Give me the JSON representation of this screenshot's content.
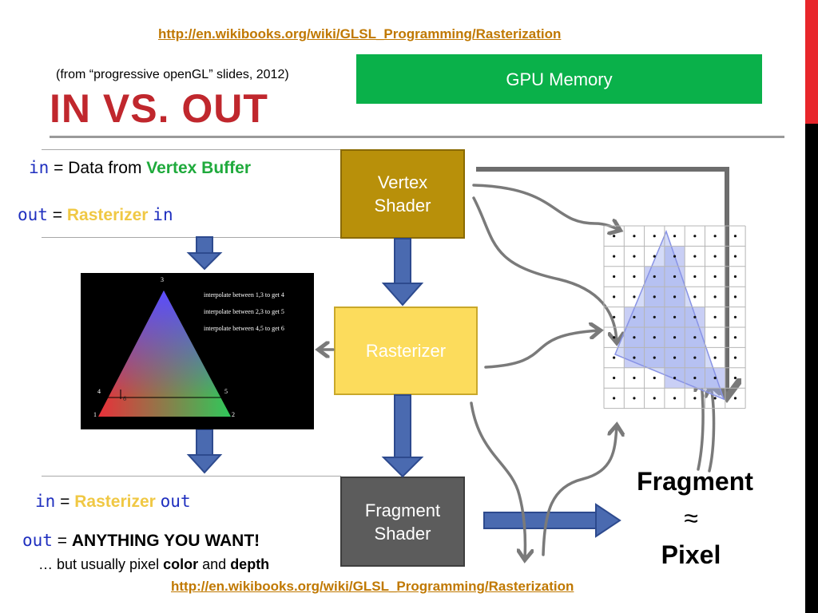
{
  "links": {
    "top": "http://en.wikibooks.org/wiki/GLSL_Programming/Rasterization",
    "bottom": "http://en.wikibooks.org/wiki/GLSL_Programming/Rasterization"
  },
  "source_note": "(from “progressive openGL” slides, 2012)",
  "title": "IN VS. OUT",
  "gpu_memory": "GPU Memory",
  "vertex": {
    "in_kw": "in",
    "in_text": "= Data from",
    "in_source": "Vertex Buffer",
    "out_kw": "out",
    "out_eq": "=",
    "out_target": "Rasterizer",
    "out_suffix": "in"
  },
  "fragment": {
    "in_kw": "in",
    "in_eq": "=",
    "in_source": "Rasterizer",
    "in_suffix": "out",
    "out_kw": "out",
    "out_eq": "=",
    "out_text": "ANYTHING YOU WANT!",
    "note_pre": "… but usually pixel",
    "note_color": "color",
    "note_and": "and",
    "note_depth": "depth"
  },
  "pipeline": {
    "vertex_shader": [
      "Vertex",
      "Shader"
    ],
    "rasterizer": "Rasterizer",
    "fragment_shader": [
      "Fragment",
      "Shader"
    ]
  },
  "triangle_image": {
    "notes": [
      "interpolate between 1,3 to get 4",
      "interpolate between 2,3 to get 5",
      "interpolate between 4,5 to get 6"
    ],
    "vertex_labels": [
      "1",
      "2",
      "3",
      "4",
      "5",
      "6"
    ]
  },
  "right_label": {
    "line1": "Fragment",
    "line2": "≈",
    "line3": "Pixel"
  },
  "colors": {
    "title_red": "#c0272d",
    "gpu_green": "#0ab14a",
    "vertex_gold": "#b8900a",
    "rasterizer_yellow": "#fcdc5c",
    "fragment_gray": "#5c5c5c",
    "arrow_blue": "#4a6ab0",
    "sidebar_red": "#e8262b"
  }
}
